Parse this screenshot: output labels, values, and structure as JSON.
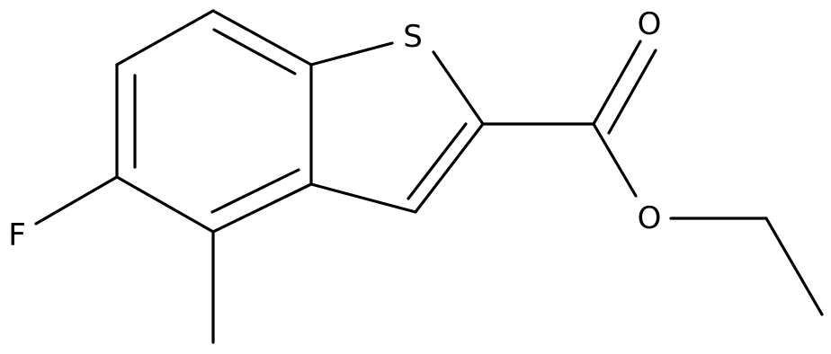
{
  "molecule": {
    "atoms": {
      "sulfur": "S",
      "carbonyl_oxygen": "O",
      "ester_oxygen": "O",
      "fluorine": "F"
    }
  },
  "colors": {
    "stroke": "#000000",
    "background": "#ffffff"
  }
}
